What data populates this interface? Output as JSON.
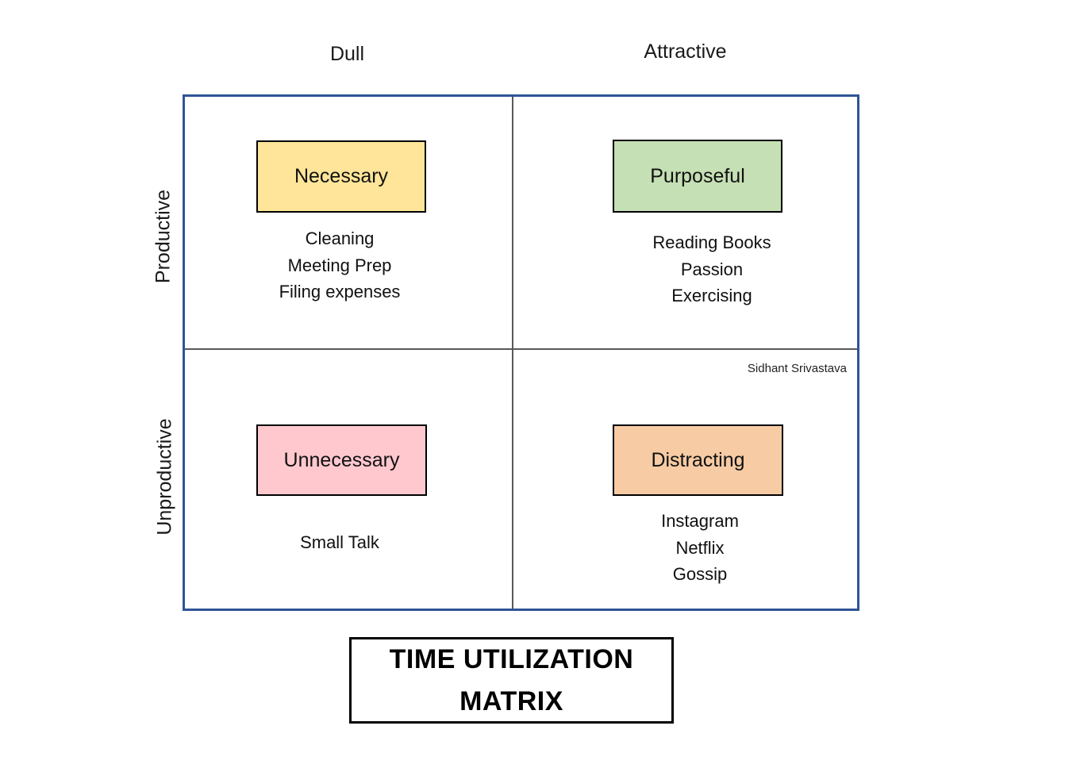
{
  "axes": {
    "top": {
      "left_label": "Dull",
      "right_label": "Attractive"
    },
    "left": {
      "top_label": "Productive",
      "bottom_label": "Unproductive"
    }
  },
  "quadrants": [
    {
      "label": "Necessary",
      "color": "#FFE599",
      "items": [
        "Cleaning",
        "Meeting Prep",
        "Filing expenses"
      ]
    },
    {
      "label": "Purposeful",
      "color": "#C5E0B4",
      "items": [
        "Reading Books",
        "Passion",
        "Exercising"
      ]
    },
    {
      "label": "Unnecessary",
      "color": "#FFC8CE",
      "items": [
        "Small Talk"
      ]
    },
    {
      "label": "Distracting",
      "color": "#F7CBA4",
      "items": [
        "Instagram",
        "Netflix",
        "Gossip"
      ]
    }
  ],
  "credit": "Sidhant Srivastava",
  "title": {
    "line1": "TIME UTILIZATION",
    "line2": "MATRIX"
  },
  "colors": {
    "outer_border": "#2F5496",
    "divider": "#595959",
    "box_border": "#000000"
  }
}
